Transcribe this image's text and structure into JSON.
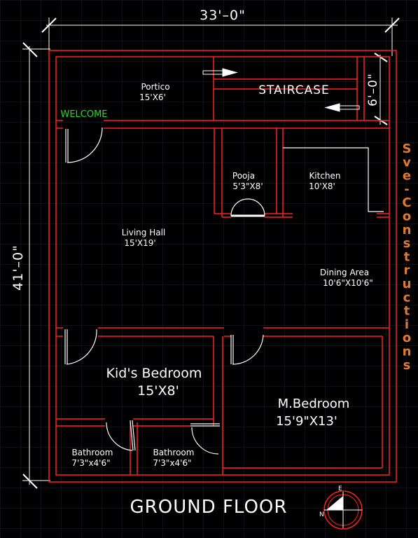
{
  "colors": {
    "background": "#000000",
    "grid": "#1c2230",
    "wall": "#ff2020",
    "door": "#ffffff",
    "welcome": "#22dd22",
    "brand": "#e07a2e",
    "text": "#ffffff"
  },
  "dimensions": {
    "width": "33'–0\"",
    "height": "41'–0\"",
    "staircase_width": "6'–0\""
  },
  "rooms": {
    "portico": {
      "name": "Portico",
      "size": "15'X6'"
    },
    "staircase": {
      "name": "STAIRCASE"
    },
    "welcome": "WELCOME",
    "living": {
      "name": "Living Hall",
      "size": "15'X19'"
    },
    "pooja": {
      "name": "Pooja",
      "size": "5'3\"X8'"
    },
    "kitchen": {
      "name": "Kitchen",
      "size": "10'X8'"
    },
    "dining": {
      "name": "Dining Area",
      "size": "10'6\"X10'6\""
    },
    "kids_bedroom": {
      "name": "Kid's Bedroom",
      "size": "15'X8'"
    },
    "master_bedroom": {
      "name": "M.Bedroom",
      "size": "15'9\"X13'"
    },
    "bathroom1": {
      "name": "Bathroom",
      "size": "7'3\"x4'6\""
    },
    "bathroom2": {
      "name": "Bathroom",
      "size": "7'3\"x4'6\""
    }
  },
  "floor_title": "GROUND FLOOR",
  "brand_vertical": [
    "S",
    "v",
    "e",
    "-",
    "C",
    "o",
    "n",
    "s",
    "t",
    "r",
    "u",
    "c",
    "t",
    "i",
    "o",
    "n",
    "s"
  ],
  "compass": {
    "north": "N",
    "east": "E"
  }
}
